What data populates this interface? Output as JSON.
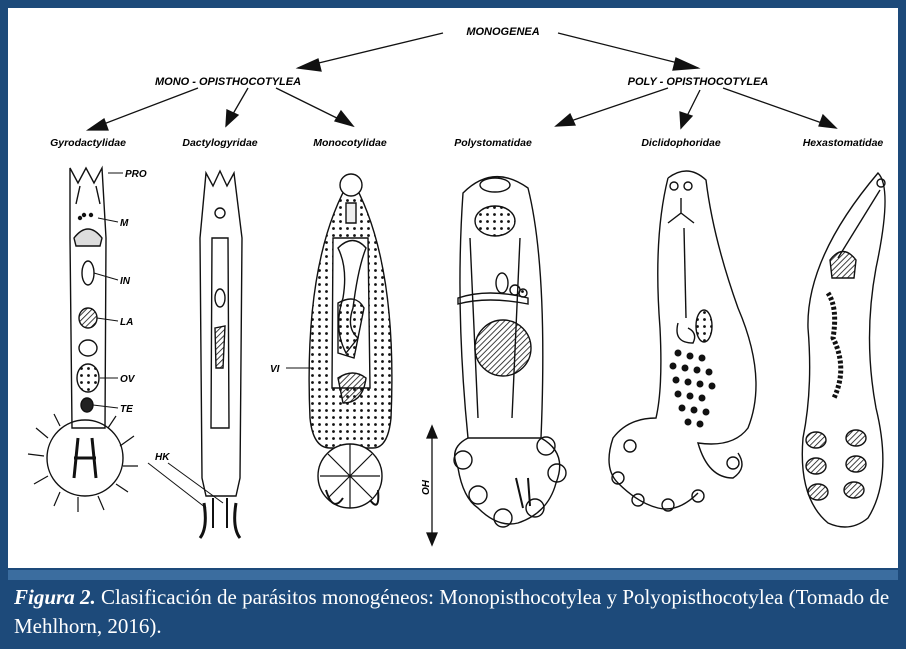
{
  "diagram": {
    "root": "MONOGENEA",
    "subclasses": [
      "MONO - OPISTHOCOTYLEA",
      "POLY - OPISTHOCOTYLEA"
    ],
    "families": [
      "Gyrodactylidae",
      "Dactylogyridae",
      "Monocotylidae",
      "Polystomatidae",
      "Diclidophoridae",
      "Hexastomatidae"
    ],
    "labels": {
      "pro": "PRO",
      "m": "M",
      "in": "IN",
      "la": "LA",
      "ov": "OV",
      "te": "TE",
      "hk": "HK",
      "vi": "VI",
      "oh": "OH"
    }
  },
  "caption": {
    "label": "Figura 2.",
    "text": " Clasificación de parásitos monogéneos: Monopisthocotylea y Polyopisthocotylea (Tomado de Mehlhorn, 2016)."
  },
  "colors": {
    "frame": "#1d4a7a",
    "strip": "#3b6d9f",
    "ink": "#111111"
  }
}
